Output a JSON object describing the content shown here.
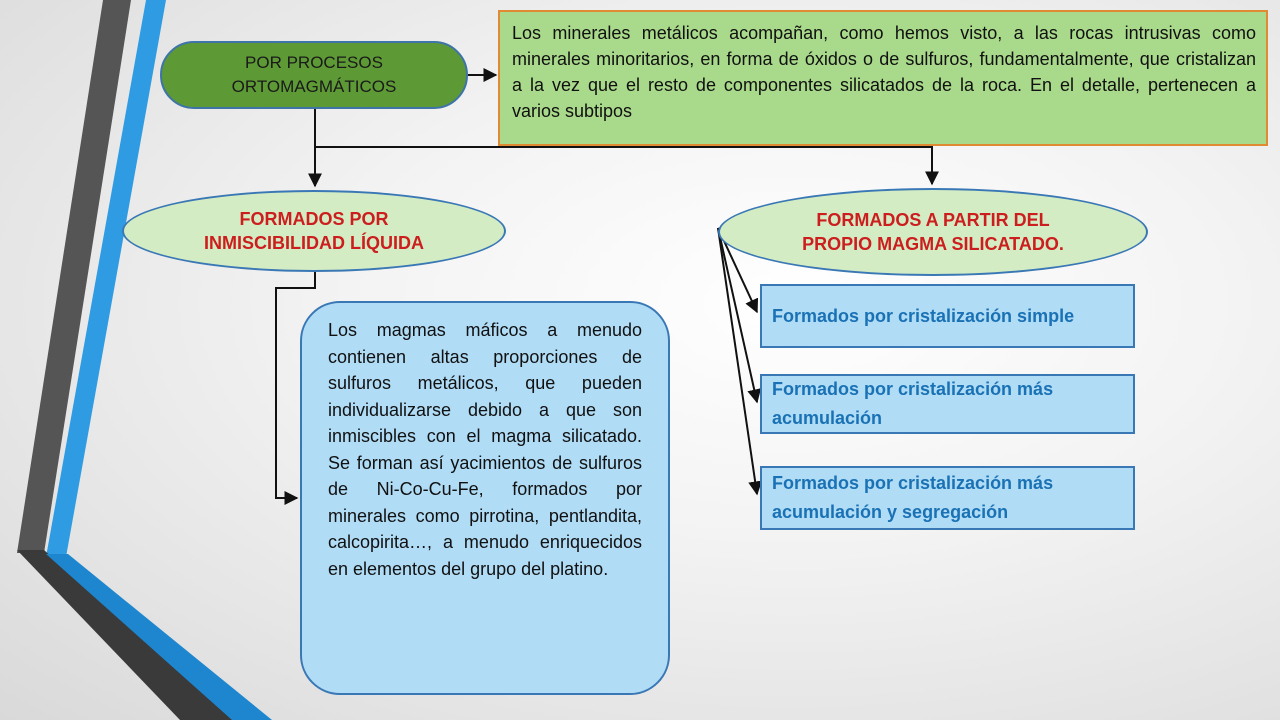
{
  "diagram": {
    "root": {
      "label": "POR PROCESOS ORTOMAGMÁTICOS"
    },
    "intro": {
      "text": "Los minerales metálicos acompañan, como hemos visto, a las rocas intrusivas como minerales minoritarios, en forma de óxidos o de sulfuros, fundamentalmente, que cristalizan a la vez que el resto de componentes silicatados de la roca. En el detalle, pertenecen a varios subtipos"
    },
    "branch_left": {
      "label": "FORMADOS POR INMISCIBILIDAD LÍQUIDA",
      "description": "Los magmas máficos a menudo contienen altas proporciones de sulfuros metálicos, que pueden individualizarse debido a que son inmiscibles con el magma silicatado. Se forman así yacimientos de sulfuros de Ni-Co-Cu-Fe, formados por minerales como pirrotina, pentlandita, calcopirita…, a menudo enriquecidos en elementos del grupo del platino."
    },
    "branch_right": {
      "label": "FORMADOS A PARTIR DEL PROPIO MAGMA SILICATADO.",
      "subtypes": [
        "Formados por cristalización simple",
        "Formados por cristalización más acumulación",
        "Formados por cristalización más acumulación y segregación"
      ]
    }
  },
  "colors": {
    "root_fill": "#5d9a35",
    "intro_fill": "#a9d98a",
    "intro_border": "#e08a34",
    "branch_fill": "#d4ecc4",
    "branch_text": "#cc1e1e",
    "desc_fill": "#b0dcf6",
    "subtype_text": "#1a72b5",
    "outline": "#3a78b5",
    "decor_blue": "#2f9be3",
    "decor_gray": "#555555"
  }
}
